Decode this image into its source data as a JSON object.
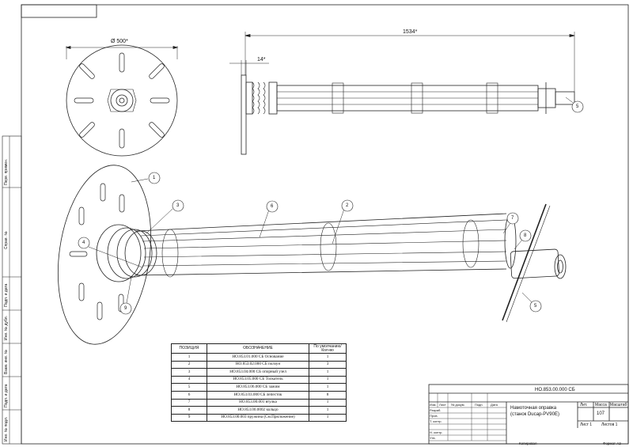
{
  "drawing": {
    "dimensions": {
      "diameter": "Ø 500*",
      "length": "1534*",
      "offset": "14*"
    },
    "callouts": [
      "1",
      "2",
      "3",
      "4",
      "5",
      "6",
      "7",
      "8",
      "9"
    ],
    "sidebar_labels": {
      "perv_primen": "Перв. примен.",
      "sprav_no": "Справ. №",
      "podp_data_1": "Подп. и дата",
      "inv_dubl": "Инв. № дубл.",
      "vzam_inv": "Взам. инв. №",
      "podp_data_2": "Подп. и дата",
      "inv_podl": "Инв. № подл."
    }
  },
  "spec_table": {
    "headers": {
      "pos": "ПОЗИЦИЯ",
      "oboz": "ОБОЗНАЧЕНИЕ",
      "qty": "По умолчанию/Кол-во"
    },
    "rows": [
      {
        "pos": "1",
        "oboz": "НО.853.01.000  СБ Основание",
        "qty": "1"
      },
      {
        "pos": "2",
        "oboz": "НО.853.02.000 СБ ползун",
        "qty": "3"
      },
      {
        "pos": "3",
        "oboz": "НО.853.04.000 СБ опорный узел",
        "qty": "1"
      },
      {
        "pos": "4",
        "oboz": "НО.853.05.000 СБ Толкатель",
        "qty": "1"
      },
      {
        "pos": "5",
        "oboz": "НО.853.06.000 СБ зажим",
        "qty": "1"
      },
      {
        "pos": "6",
        "oboz": "НО.853.03.000 СБ лепесток",
        "qty": "8"
      },
      {
        "pos": "7",
        "oboz": "НО.853.00.001 втулка",
        "qty": "1"
      },
      {
        "pos": "8",
        "oboz": "НО.853.00.0002 кольцо",
        "qty": "1"
      },
      {
        "pos": "9",
        "oboz": "НО.853.00.003 пружина (См.Приложение)",
        "qty": "1"
      }
    ]
  },
  "title_block": {
    "designation": "НО.853.00.000 СБ",
    "name_line1": "Намоточная оправка",
    "name_line2": "(станок Ducap-PV90E)",
    "lit_label": "Лит.",
    "mass_label": "Масса",
    "scale_label": "Масштаб",
    "mass_value": "107",
    "sheet_label": "Лист 1",
    "sheets_label": "Листов 1",
    "izm": "Изм.",
    "list": "Лист",
    "ndokum": "№ докум.",
    "podp": "Подп.",
    "data": "Дата",
    "razrab": "Разраб.",
    "prov": "Пров.",
    "tkontr": "Т. контр.",
    "nkontr": "Н. контр.",
    "utv": "Утв.",
    "kopiroval": "Копировал",
    "format": "Формат А2"
  }
}
